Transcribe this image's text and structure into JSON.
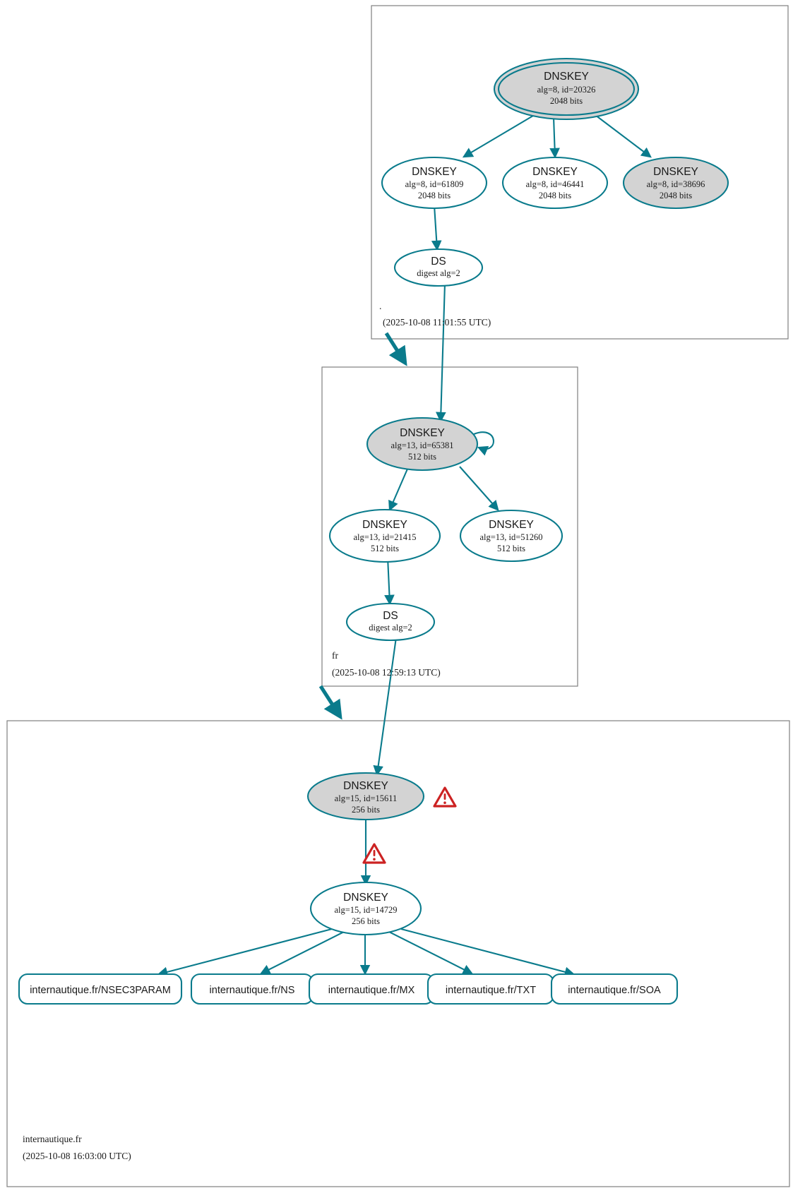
{
  "diagram": {
    "type": "dnssec-authentication-chain",
    "accent_color": "#0a7b8c",
    "warning_color": "#cc2222",
    "node_fill_secure": "#d3d3d3",
    "node_fill_plain": "#ffffff",
    "zone_border_color": "#7f7f7f"
  },
  "zones": [
    {
      "name": "root",
      "label": ".",
      "timestamp": "(2025-10-08 11:01:55 UTC)",
      "nodes": [
        {
          "id": "root-ksk-20326",
          "kind": "DNSKEY",
          "title": "DNSKEY",
          "line2": "alg=8, id=20326",
          "line3": "2048 bits",
          "fill": "gray",
          "double_border": true,
          "self_loop": true,
          "warning": false
        },
        {
          "id": "root-zsk-61809",
          "kind": "DNSKEY",
          "title": "DNSKEY",
          "line2": "alg=8, id=61809",
          "line3": "2048 bits",
          "fill": "white",
          "double_border": false,
          "self_loop": false,
          "warning": false
        },
        {
          "id": "root-zsk-46441",
          "kind": "DNSKEY",
          "title": "DNSKEY",
          "line2": "alg=8, id=46441",
          "line3": "2048 bits",
          "fill": "white",
          "double_border": false,
          "self_loop": false,
          "warning": false
        },
        {
          "id": "root-zsk-38696",
          "kind": "DNSKEY",
          "title": "DNSKEY",
          "line2": "alg=8, id=38696",
          "line3": "2048 bits",
          "fill": "gray",
          "double_border": false,
          "self_loop": false,
          "warning": false
        },
        {
          "id": "root-ds-fr",
          "kind": "DS",
          "title": "DS",
          "line2": "digest alg=2",
          "line3": "",
          "fill": "white",
          "double_border": false,
          "self_loop": false,
          "warning": false
        }
      ]
    },
    {
      "name": "fr",
      "label": "fr",
      "timestamp": "(2025-10-08 12:59:13 UTC)",
      "nodes": [
        {
          "id": "fr-ksk-65381",
          "kind": "DNSKEY",
          "title": "DNSKEY",
          "line2": "alg=13, id=65381",
          "line3": "512 bits",
          "fill": "gray",
          "double_border": false,
          "self_loop": true,
          "warning": false
        },
        {
          "id": "fr-zsk-21415",
          "kind": "DNSKEY",
          "title": "DNSKEY",
          "line2": "alg=13, id=21415",
          "line3": "512 bits",
          "fill": "white",
          "double_border": false,
          "self_loop": false,
          "warning": false
        },
        {
          "id": "fr-zsk-51260",
          "kind": "DNSKEY",
          "title": "DNSKEY",
          "line2": "alg=13, id=51260",
          "line3": "512 bits",
          "fill": "white",
          "double_border": false,
          "self_loop": false,
          "warning": false
        },
        {
          "id": "fr-ds-internautique",
          "kind": "DS",
          "title": "DS",
          "line2": "digest alg=2",
          "line3": "",
          "fill": "white",
          "double_border": false,
          "self_loop": false,
          "warning": false
        }
      ]
    },
    {
      "name": "internautique.fr",
      "label": "internautique.fr",
      "timestamp": "(2025-10-08 16:03:00 UTC)",
      "nodes": [
        {
          "id": "inf-ksk-15611",
          "kind": "DNSKEY",
          "title": "DNSKEY",
          "line2": "alg=15, id=15611",
          "line3": "256 bits",
          "fill": "gray",
          "double_border": false,
          "self_loop": true,
          "warning": true
        },
        {
          "id": "inf-zsk-14729",
          "kind": "DNSKEY",
          "title": "DNSKEY",
          "line2": "alg=15, id=14729",
          "line3": "256 bits",
          "fill": "white",
          "double_border": false,
          "self_loop": false,
          "warning": false
        }
      ],
      "rrsets": [
        {
          "id": "rr-nsec3param",
          "label": "internautique.fr/NSEC3PARAM"
        },
        {
          "id": "rr-ns",
          "label": "internautique.fr/NS"
        },
        {
          "id": "rr-mx",
          "label": "internautique.fr/MX"
        },
        {
          "id": "rr-txt",
          "label": "internautique.fr/TXT"
        },
        {
          "id": "rr-soa",
          "label": "internautique.fr/SOA"
        }
      ]
    }
  ],
  "warnings": [
    {
      "id": "warn-ksk-15611",
      "icon": "warning-triangle-icon",
      "attached_to": "inf-ksk-15611"
    },
    {
      "id": "warn-edge-15611-14729",
      "icon": "warning-triangle-icon",
      "attached_to": "edge-inf-ksk-to-zsk"
    }
  ]
}
